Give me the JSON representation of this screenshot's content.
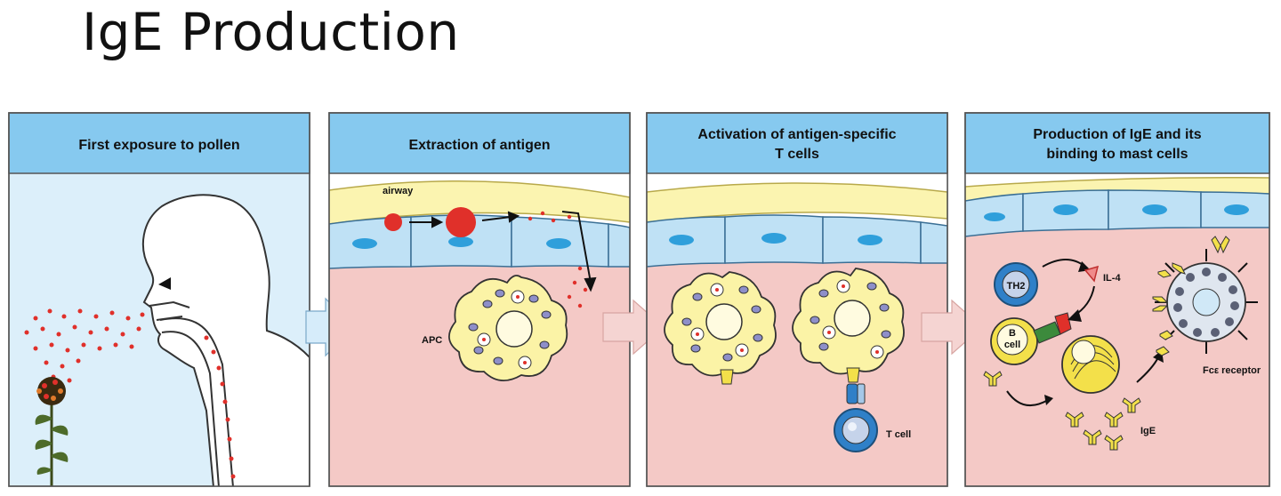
{
  "slide": {
    "title": "IgE Production"
  },
  "panels": [
    {
      "title": [
        "First exposure to pollen"
      ]
    },
    {
      "title": [
        "Extraction of antigen"
      ],
      "labels": {
        "airway": "airway",
        "apc": "APC"
      }
    },
    {
      "title": [
        "Activation of antigen-specific",
        "T cells"
      ],
      "labels": {
        "t_cell": "T cell"
      }
    },
    {
      "title": [
        "Production of IgE and its",
        "binding to mast cells"
      ],
      "labels": {
        "th2": "TH2",
        "il4": "IL-4",
        "b_cell_1": "B",
        "b_cell_2": "cell",
        "ige": "IgE",
        "fc_receptor": "Fcε receptor"
      }
    }
  ],
  "colors": {
    "header": "#86c9ef",
    "tissue": "#f4c9c6",
    "sky": "#dceffa",
    "mucus": "#fbf4b0",
    "epithelium": "#bfe1f5",
    "nucleus": "#2f9fdb",
    "pollen": "#e0302a",
    "apc": "#fbf3a6",
    "t_cell": "#2f80c8",
    "ige": "#f3e04a"
  },
  "icons": [
    "pollen-flower-icon",
    "human-head-icon",
    "arrow-right-icon"
  ]
}
